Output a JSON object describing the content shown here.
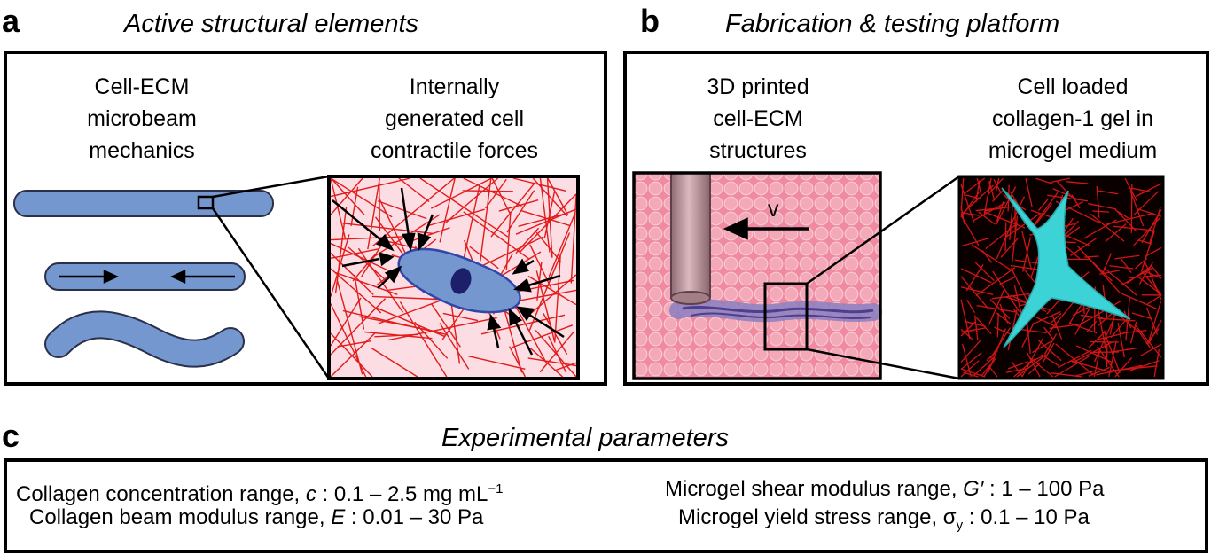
{
  "panel_a": {
    "label": "a",
    "title": "Active structural elements",
    "caption_left": "Cell-ECM\nmicrobeam\nmechanics",
    "caption_right": "Internally\ngenerated cell\ncontractile forces"
  },
  "panel_b": {
    "label": "b",
    "title": "Fabrication & testing platform",
    "caption_left": "3D printed\ncell-ECM\nstructures",
    "caption_right": "Cell loaded\ncollagen-1 gel in\nmicrogel medium",
    "velocity_label": "v"
  },
  "panel_c": {
    "label": "c",
    "title": "Experimental parameters",
    "params": [
      {
        "prefix": "Collagen concentration range, ",
        "symbol": "c",
        "sep": " : ",
        "value": "0.1 – 2.5 mg mL",
        "sup": "−1"
      },
      {
        "prefix": "Collagen beam modulus range, ",
        "symbol": "E",
        "sep": " : ",
        "value": "0.01 – 30 Pa"
      },
      {
        "prefix": "Microgel shear modulus range, ",
        "symbol": "G′",
        "sep": " : ",
        "value": "1 – 100 Pa"
      },
      {
        "prefix": "Microgel yield stress range, ",
        "symbol": "σ",
        "sub": "y",
        "sep": " : ",
        "value": "0.1 – 10 Pa"
      }
    ]
  },
  "colors": {
    "beam_fill": "#7597cf",
    "ecm_background": "#fbdde3",
    "fiber_red": "#e21b1b",
    "microgel_pink": "#ef8aa0",
    "nozzle": "#b58a92",
    "cell_cyan": "#3bd3d6",
    "confocal_bg": "#0a0000"
  }
}
